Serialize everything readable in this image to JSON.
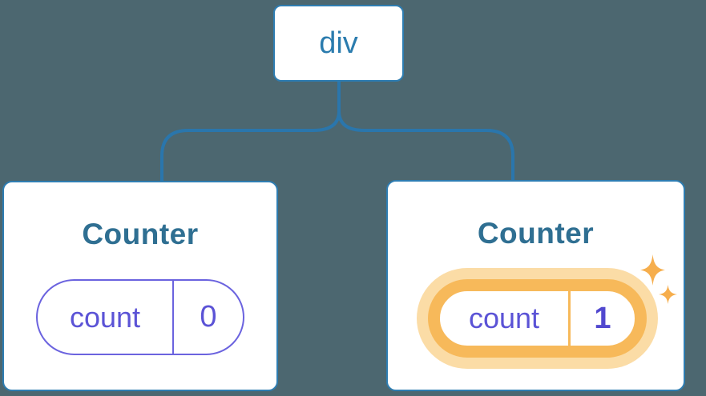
{
  "diagram": {
    "root_node": {
      "label": "div"
    },
    "counters": [
      {
        "title": "Counter",
        "state_key": "count",
        "state_value": "0",
        "highlighted": false
      },
      {
        "title": "Counter",
        "state_key": "count",
        "state_value": "1",
        "highlighted": true
      }
    ]
  },
  "icons": {
    "sparkle_large": "sparkle-icon",
    "sparkle_small": "sparkle-icon"
  },
  "colors": {
    "background": "#4C6770",
    "node_border": "#2E7DB2",
    "node_text": "#2B7CAE",
    "connector": "#2A76AC",
    "title_text": "#2F6F92",
    "state_border": "#6B63DF",
    "state_text": "#5B53D6",
    "state_value_bold": "#5148CF",
    "highlight_border": "#F7B95A",
    "highlight_glow": "#FBDCA6",
    "sparkle": "#F6AE4D",
    "card_background": "#FFFFFF"
  }
}
